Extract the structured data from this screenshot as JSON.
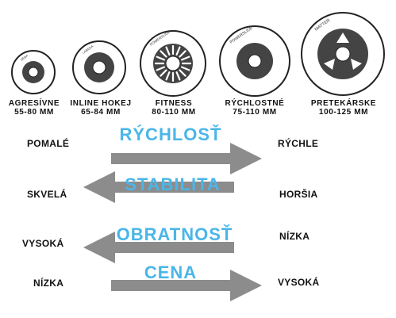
{
  "wheels": [
    {
      "name": "AGRESÍVNE",
      "size": "55-80 MM",
      "brand": "SEBA"
    },
    {
      "name": "INLINE HOKEJ",
      "size": "65-84 MM",
      "brand": "LABEDA"
    },
    {
      "name": "FITNESS",
      "size": "80-110 MM",
      "brand": "POWERSLIDE"
    },
    {
      "name": "RÝCHLOSTNÉ",
      "size": "75-110 MM",
      "brand": "POWERSLIDE"
    },
    {
      "name": "PRETEKÁRSKE",
      "size": "100-125 MM",
      "brand": "MATTER"
    }
  ],
  "scales": [
    {
      "title": "RÝCHLOSŤ",
      "left": "POMALÉ",
      "right": "RÝCHLE",
      "direction": "right"
    },
    {
      "title": "STABILITA",
      "left": "SKVELÁ",
      "right": "HORŠIA",
      "direction": "left"
    },
    {
      "title": "OBRATNOSŤ",
      "left": "VYSOKÁ",
      "right": "NÍZKA",
      "direction": "left"
    },
    {
      "title": "CENA",
      "left": "NÍZKA",
      "right": "VYSOKÁ",
      "direction": "right"
    }
  ],
  "colors": {
    "title": "#4ab6e8",
    "arrow": "#8c8c8c",
    "outline": "#222222",
    "hub": "#444444"
  }
}
